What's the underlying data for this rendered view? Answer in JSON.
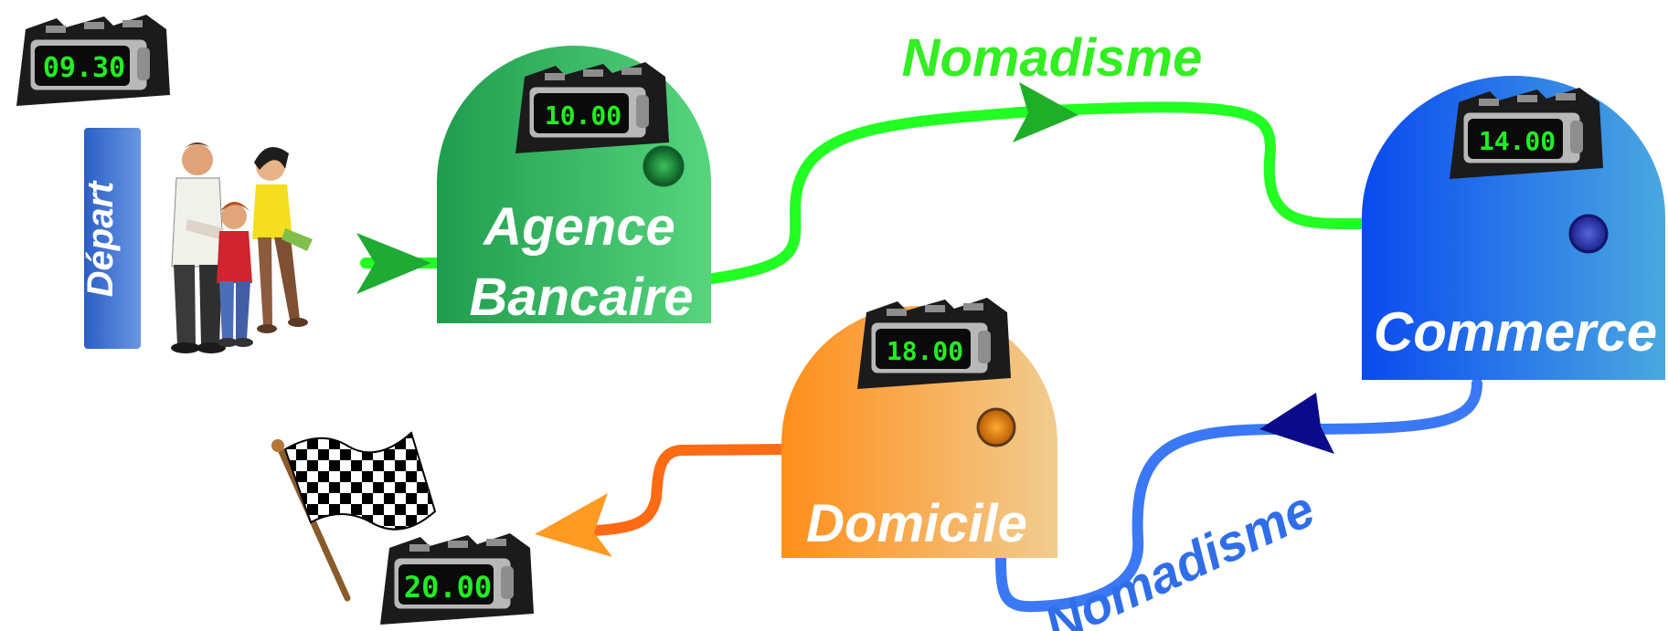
{
  "start": {
    "label": "Départ",
    "time": "09.30"
  },
  "finish": {
    "time": "20.00"
  },
  "stations": {
    "agence": {
      "line1": "Agence",
      "line2": "Bancaire",
      "time": "10.00"
    },
    "commerce": {
      "label": "Commerce",
      "time": "14.00"
    },
    "domicile": {
      "label": "Domicile",
      "time": "18.00"
    }
  },
  "routes": {
    "top_label": "Nomadisme",
    "bottom_label": "Nomadisme"
  },
  "colors": {
    "green_route": "#22ff22",
    "blue_route": "#3b78f5",
    "orange_route": "#ff6a14",
    "agence": [
      "#1f9d4e",
      "#56d57e"
    ],
    "commerce": [
      "#0a4af0",
      "#4aa8e0"
    ],
    "domicile": [
      "#ff8e1a",
      "#f1cc8f"
    ],
    "depart_badge": [
      "#2a5fc6",
      "#6a96e4"
    ]
  },
  "icons": [
    "alarm-clock-icon",
    "family-illustration",
    "checkered-flag-icon",
    "arrow-icon"
  ]
}
